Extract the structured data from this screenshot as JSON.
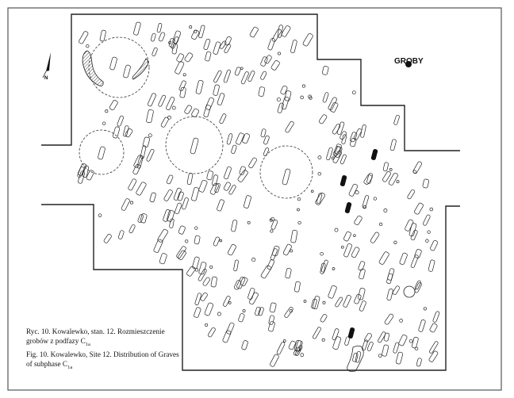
{
  "legend": {
    "label": "GROBY",
    "symbol": "filled-circle",
    "color": "#111111"
  },
  "north_arrow": {
    "label": "N"
  },
  "caption": {
    "pl_line1": "Ryc. 10. Kowalewko, stan. 12. Rozmieszczenie",
    "pl_line2": "grobów z podfazy C",
    "pl_sub": "1a",
    "en_line1": "Fig. 10. Kowalewko, Site 12. Distribution of Graves",
    "en_line2": "of subphase C",
    "en_sub": "1a"
  }
}
